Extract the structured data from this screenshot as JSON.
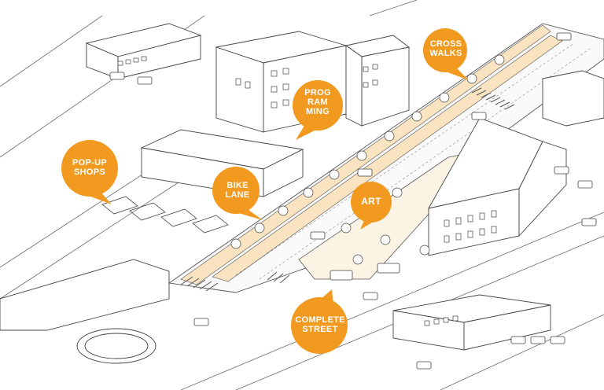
{
  "colors": {
    "accent": "#F29A1F",
    "linework": "#555555",
    "bike_lane": "#F9E3C0",
    "background": "#FFFFFF"
  },
  "callouts": {
    "crosswalks": [
      "CROSS",
      "WALKS"
    ],
    "programming": [
      "PROG",
      "RAM",
      "MING"
    ],
    "popup_shops": [
      "POP-UP",
      "SHOPS"
    ],
    "bike_lane": [
      "BIKE",
      "LANE"
    ],
    "art": [
      "ART"
    ],
    "complete_street": [
      "COMPLETE",
      "STREET"
    ]
  }
}
